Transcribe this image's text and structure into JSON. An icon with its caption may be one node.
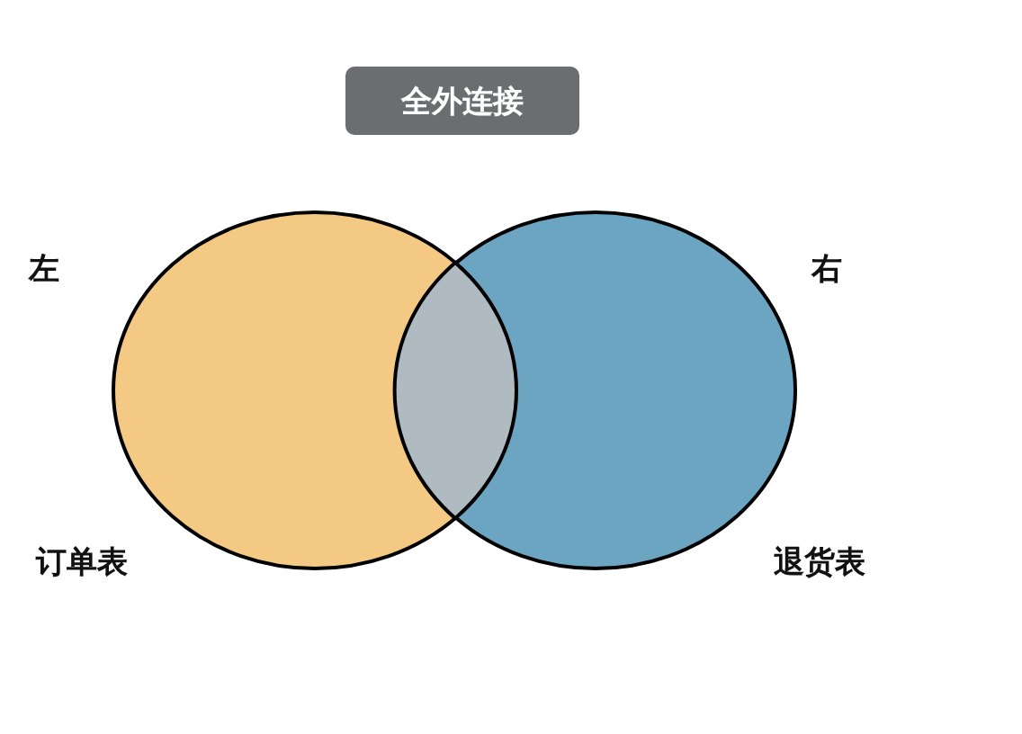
{
  "diagram": {
    "nodes": [
      {
        "text": [
          "全外连接"
        ]
      },
      {
        "text": [],
        "shape": "circle",
        "beside": [
          "左",
          "订单表"
        ]
      },
      {
        "text": [],
        "shape": "circle",
        "beside": [
          "右",
          "退货表"
        ]
      },
      {
        "text": [],
        "shape": "lens"
      }
    ]
  }
}
